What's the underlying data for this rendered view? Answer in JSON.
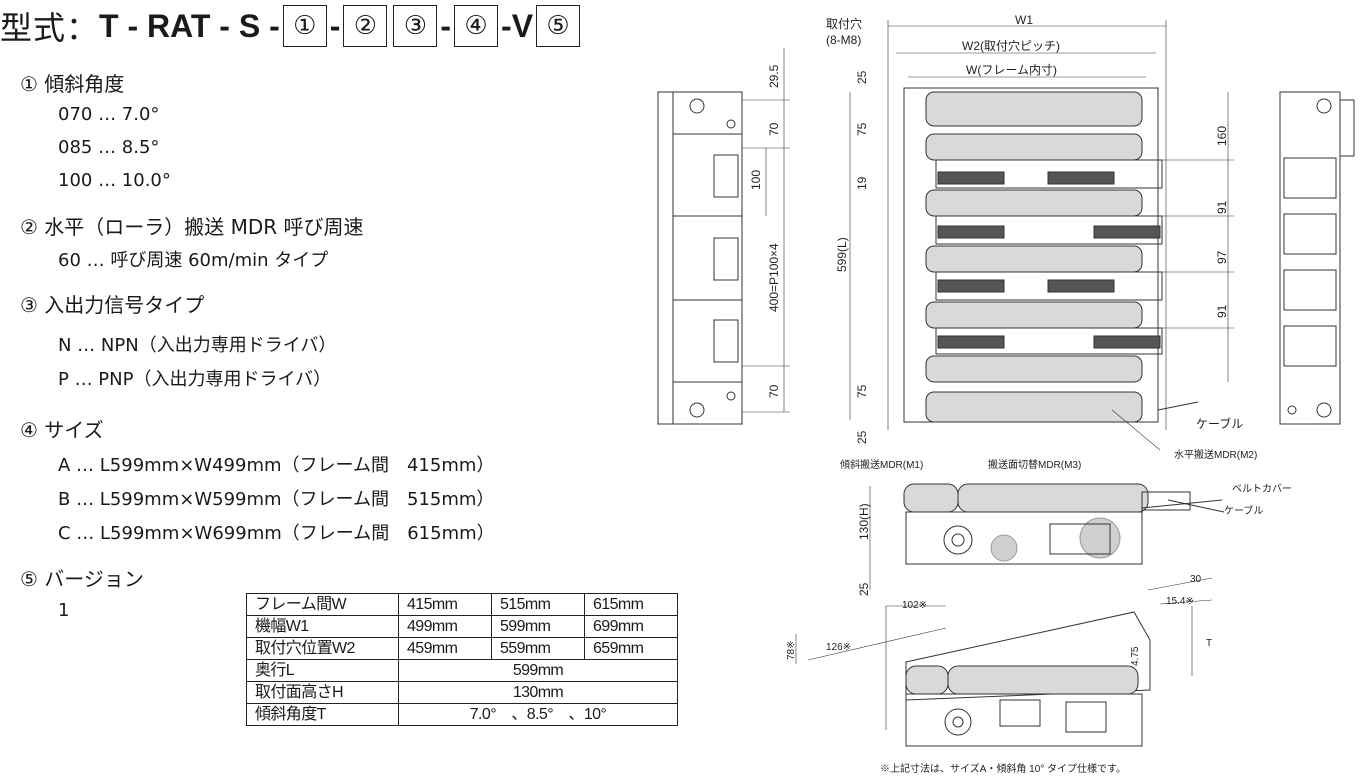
{
  "model": {
    "prefix": "型式：",
    "code1": "T - RAT - S - ",
    "box1": "①",
    "dash1": " - ",
    "box2": "②",
    "box3": "③",
    "dash2": " - ",
    "box4": "④",
    "dash3": " -V",
    "box5": "⑤"
  },
  "specs": {
    "s1": {
      "heading": "① 傾斜角度",
      "options": [
        "070 … 7.0°",
        "085 … 8.5°",
        "100 … 10.0°"
      ]
    },
    "s2": {
      "heading": "② 水平（ローラ）搬送 MDR 呼び周速",
      "options": [
        "60 … 呼び周速 60m/min タイプ"
      ]
    },
    "s3": {
      "heading": "③ 入出力信号タイプ",
      "options": [
        "N … NPN（入出力専用ドライバ）",
        "P … PNP（入出力専用ドライバ）"
      ]
    },
    "s4": {
      "heading": "④ サイズ",
      "options": [
        "A … L599mm×W499mm（フレーム間　415mm）",
        "B … L599mm×W599mm（フレーム間　515mm）",
        "C … L599mm×W699mm（フレーム間　615mm）"
      ]
    },
    "s5": {
      "heading": "⑤ バージョン",
      "options": [
        "1"
      ]
    }
  },
  "table": {
    "rows": [
      {
        "label": "フレーム間W",
        "values": [
          "415mm",
          "515mm",
          "615mm"
        ]
      },
      {
        "label": "機幅W1",
        "values": [
          "499mm",
          "599mm",
          "699mm"
        ]
      },
      {
        "label": "取付穴位置W2",
        "values": [
          "459mm",
          "559mm",
          "659mm"
        ]
      },
      {
        "label": "奥行L",
        "merged": "599mm"
      },
      {
        "label": "取付面高さH",
        "merged": "130mm"
      },
      {
        "label": "傾斜角度T",
        "merged": "7.0°　、8.5°　、10°"
      }
    ]
  },
  "drawing": {
    "mount_hole": "取付穴",
    "mount_hole_spec": "(8-M8)",
    "w1": "W1",
    "w2": "W2(取付穴ピッチ)",
    "w": "W(フレーム内寸)",
    "dim_29_5": "29.5",
    "dim_70a": "70",
    "dim_100": "100",
    "dim_pitch": "400=P100×4",
    "dim_70b": "70",
    "dim_25a": "25",
    "dim_75a": "75",
    "dim_19": "19",
    "dim_l": "599(L)",
    "dim_75b": "75",
    "dim_25b": "25",
    "dim_160": "160",
    "dim_91a": "91",
    "dim_97": "97",
    "dim_91b": "91",
    "cable": "ケーブル",
    "horizontal_mdr": "水平搬送MDR(M2)",
    "incline_mdr": "傾斜搬送MDR(M1)",
    "switch_mdr": "搬送面切替MDR(M3)",
    "belt_cover": "ベルトカバー",
    "cable2": "ケーブル",
    "dim_h": "130(H)",
    "dim_25c": "25",
    "dim_30": "30",
    "dim_15_4": "15.4※",
    "dim_102": "102※",
    "dim_78": "78※",
    "dim_126": "126※",
    "dim_4_75": "4.75",
    "dim_t": "T",
    "footnote": "※上記寸法は、サイズA・傾斜角 10° タイプ仕様です。"
  }
}
